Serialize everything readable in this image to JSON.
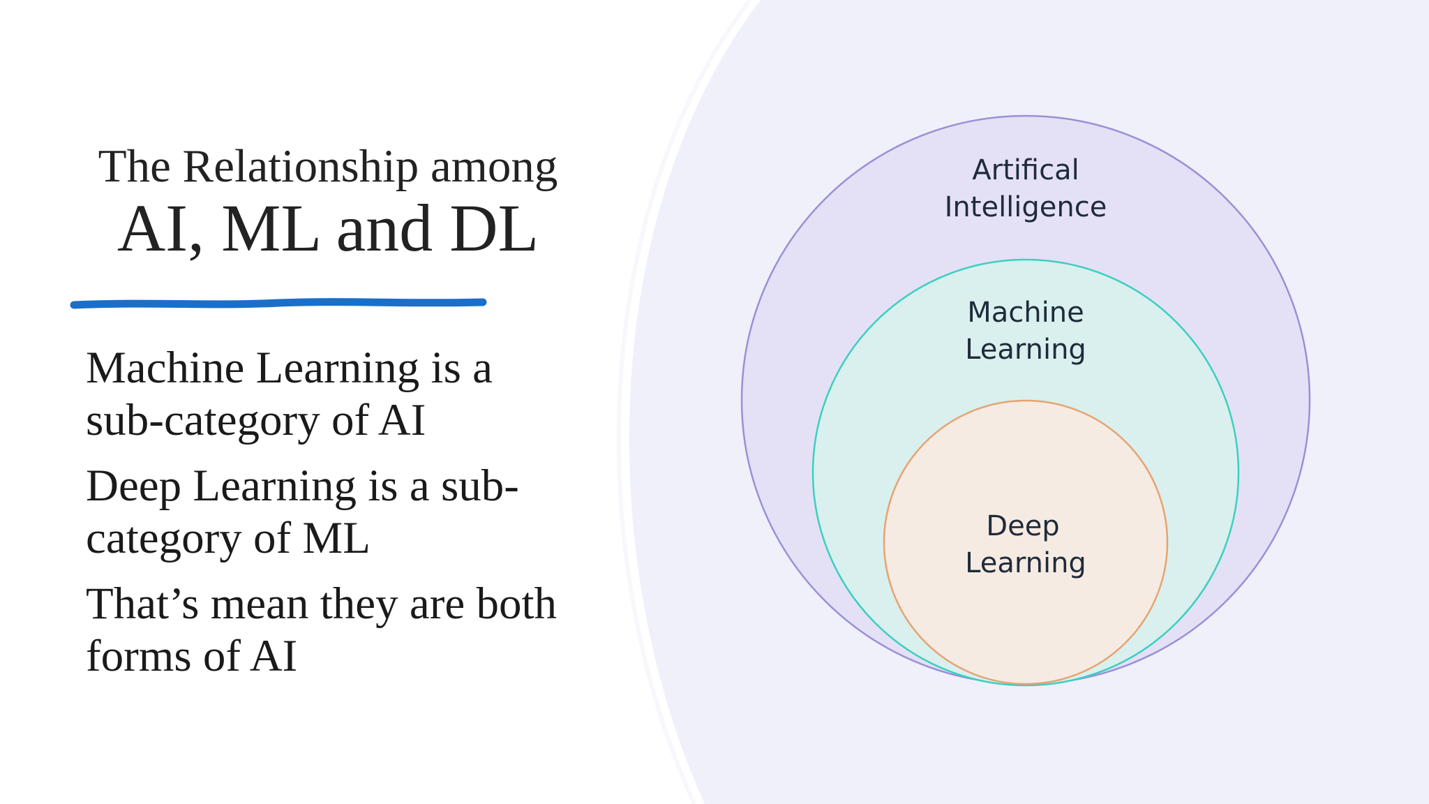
{
  "slide": {
    "title_line1": "The Relationship among",
    "title_line2": "AI, ML and DL",
    "bullets": [
      "Machine Learning is a sub-category of AI",
      "Deep Learning is a sub-category of ML",
      "That’s mean they are both forms of AI"
    ]
  },
  "diagram": {
    "outer_label": [
      "Artifical",
      "Intelligence"
    ],
    "middle_label": [
      "Machine",
      "Learning"
    ],
    "inner_label": [
      "Deep",
      "Learning"
    ]
  },
  "colors": {
    "accent_underline": "#1a6fc9",
    "outer_fill": "#e4e1f6",
    "outer_stroke": "#9b8fd6",
    "middle_fill": "#d9f0ee",
    "middle_stroke": "#3ccfc0",
    "inner_fill": "#f6ebe3",
    "inner_stroke": "#e6a370",
    "right_panel": "#eff0fa"
  }
}
